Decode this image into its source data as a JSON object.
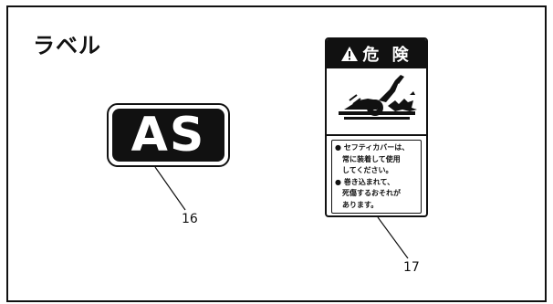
{
  "section_title": "ラベル",
  "labels": [
    {
      "text": "AS",
      "callout": "16"
    },
    {
      "callout": "17",
      "header": "危 険",
      "pictogram": "hand-caught-in-roller-icon",
      "warning_icon": "warning-triangle-icon",
      "text_lines": [
        "● セフティカバーは、",
        "　常に装着して使用",
        "　してください。",
        "● 巻き込まれて、",
        "　死傷するおそれが",
        "　あります。"
      ]
    }
  ]
}
